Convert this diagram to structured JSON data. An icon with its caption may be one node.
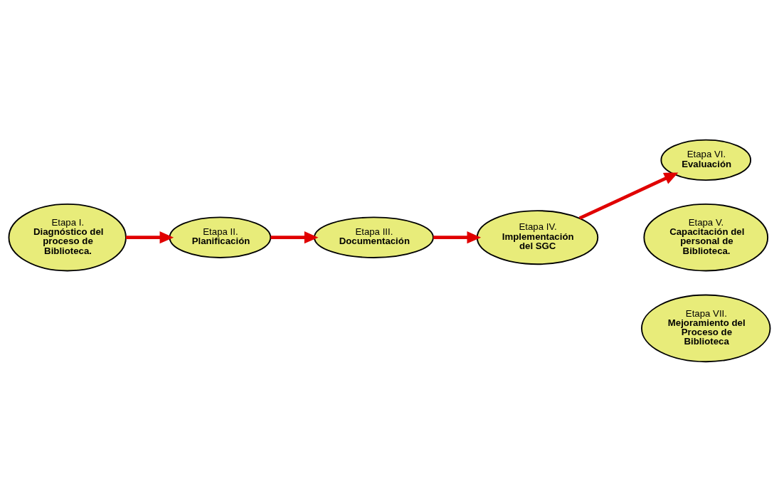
{
  "diagram": {
    "nodes": [
      {
        "text": [
          "Etapa I.",
          "Diagnóstico del proceso de Biblioteca."
        ]
      },
      {
        "text": [
          "Etapa II.",
          "Planificación"
        ]
      },
      {
        "text": [
          "Etapa III.",
          "Documentación"
        ]
      },
      {
        "text": [
          "Etapa IV.",
          "Implementación del SGC"
        ]
      },
      {
        "text": [
          "Etapa VI.",
          "Evaluación"
        ]
      },
      {
        "text": [
          "Etapa V.",
          "Capacitación del personal de Biblioteca."
        ]
      },
      {
        "text": [
          "Etapa VII.",
          "Mejoramiento del Proceso de Biblioteca"
        ]
      }
    ],
    "edges": [
      {
        "from": 0,
        "to": 1,
        "arrow": "to"
      },
      {
        "from": 1,
        "to": 2,
        "arrow": "to"
      },
      {
        "from": 2,
        "to": 3,
        "arrow": "to"
      },
      {
        "from": 3,
        "to": 4,
        "arrow": "to"
      }
    ]
  }
}
